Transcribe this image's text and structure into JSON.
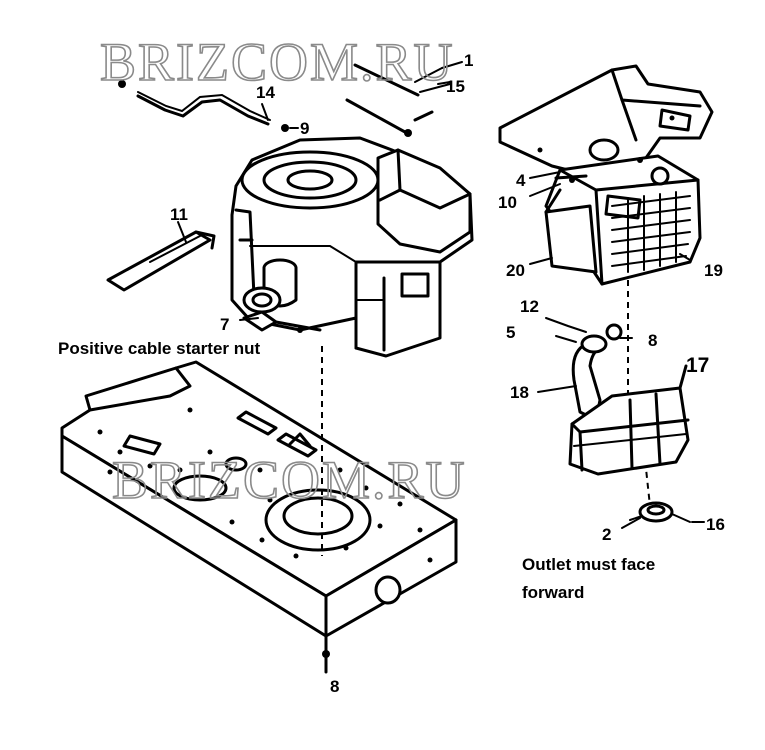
{
  "watermark": {
    "text": "BRIZCOM.RU"
  },
  "callouts": [
    {
      "id": "1",
      "text": "1"
    },
    {
      "id": "15",
      "text": "15"
    },
    {
      "id": "14",
      "text": "14"
    },
    {
      "id": "9",
      "text": "9"
    },
    {
      "id": "11",
      "text": "11"
    },
    {
      "id": "7",
      "text": "7"
    },
    {
      "id": "4",
      "text": "4"
    },
    {
      "id": "10",
      "text": "10"
    },
    {
      "id": "20",
      "text": "20"
    },
    {
      "id": "19",
      "text": "19"
    },
    {
      "id": "12",
      "text": "12"
    },
    {
      "id": "5",
      "text": "5"
    },
    {
      "id": "8a",
      "text": "8"
    },
    {
      "id": "18",
      "text": "18"
    },
    {
      "id": "17",
      "text": "17"
    },
    {
      "id": "2",
      "text": "2"
    },
    {
      "id": "16",
      "text": "16"
    },
    {
      "id": "8b",
      "text": "8"
    }
  ],
  "notes": {
    "positive_cable": "Positive cable starter nut",
    "outlet_line1": "Outlet must face",
    "outlet_line2": "forward"
  }
}
